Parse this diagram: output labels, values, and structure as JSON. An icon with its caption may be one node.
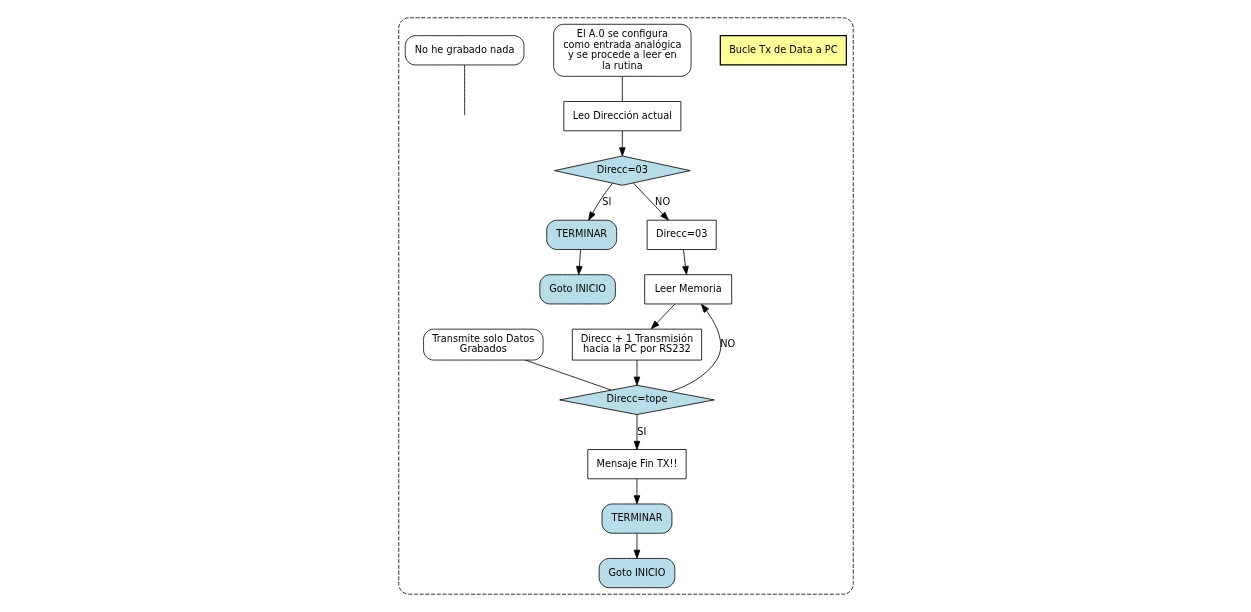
{
  "diagram": {
    "nodes": [
      {
        "text": [],
        "shape": "box"
      },
      {
        "text": [
          "Bucle Tx de Data a PC"
        ],
        "in": 0
      },
      {
        "text": [
          "El A.0 se configura como entrada analógica y se procede a leer en la rutina"
        ],
        "in": 0
      },
      {
        "text": [
          "Leo Dirección actual"
        ],
        "in": 0
      },
      {
        "text": [
          "Direcc=03"
        ],
        "in": 0
      },
      {
        "text": [
          "No he grabado nada"
        ],
        "in": 0
      },
      {
        "text": [
          "TERMINAR"
        ],
        "in": 0
      },
      {
        "text": [
          "Goto INICIO"
        ],
        "in": 0
      },
      {
        "text": [
          "Direcc=03"
        ],
        "in": 0
      },
      {
        "text": [
          "Leer Memoria"
        ],
        "in": 0
      },
      {
        "text": [
          "Direcc + 1 Transmisión hacia la PC por RS232"
        ],
        "in": 0
      },
      {
        "text": [
          "Transmite solo Datos Grabados"
        ],
        "in": 0
      },
      {
        "text": [
          "Direcc=tope"
        ],
        "in": 0
      },
      {
        "text": [
          "Mensaje Fin TX!!"
        ],
        "in": 0
      },
      {
        "text": [
          "TERMINAR"
        ],
        "in": 0
      },
      {
        "text": [
          "Goto INICIO"
        ],
        "in": 0
      }
    ],
    "edges": [
      {
        "from": 2,
        "to": 3,
        "arrow": "none"
      },
      {
        "from": 3,
        "to": 4,
        "arrow": "to"
      },
      {
        "from": 4,
        "to": 8,
        "arrow": "to",
        "label": "NO"
      },
      {
        "from": 4,
        "to": 6,
        "arrow": "to",
        "label": "SI"
      },
      {
        "from": 5,
        "to": null,
        "arrow": "none"
      },
      {
        "from": 6,
        "to": 7,
        "arrow": "to"
      },
      {
        "from": 8,
        "to": 9,
        "arrow": "to"
      },
      {
        "from": 12,
        "to": 9,
        "arrow": "to",
        "label": "NO"
      },
      {
        "from": 9,
        "to": 10,
        "arrow": "to"
      },
      {
        "from": 10,
        "to": 12,
        "arrow": "to"
      },
      {
        "from": 11,
        "to": 12,
        "arrow": "none"
      },
      {
        "from": 12,
        "to": 13,
        "arrow": "to",
        "label": "SI"
      },
      {
        "from": 13,
        "to": 14,
        "arrow": "to"
      },
      {
        "from": 14,
        "to": 15,
        "arrow": "to"
      }
    ]
  }
}
